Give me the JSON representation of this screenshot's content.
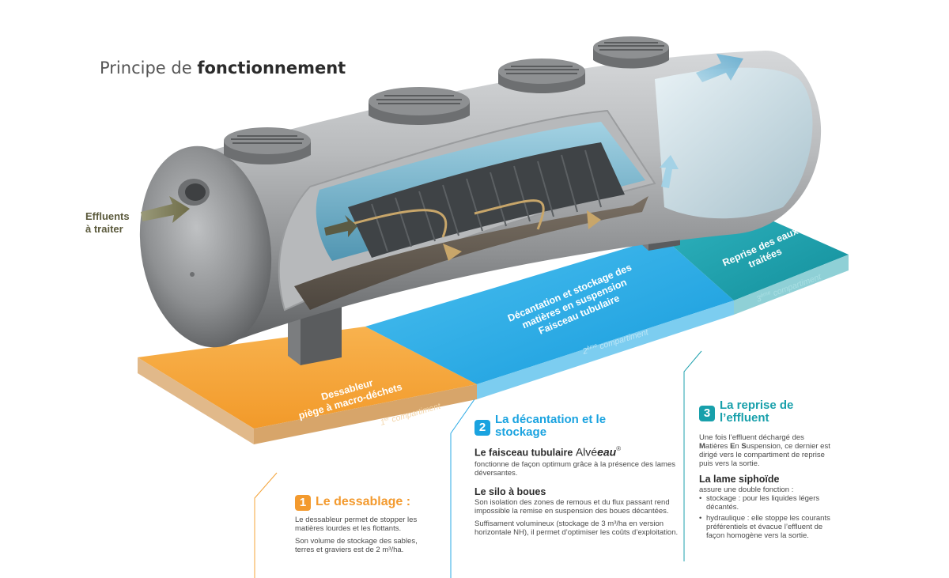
{
  "title": {
    "normal": "Principe de ",
    "bold": "fonctionnement"
  },
  "inlet_label": {
    "line1": "Effluents",
    "line2": "à traiter"
  },
  "compartments": [
    {
      "title_line1": "Dessableur",
      "title_line2": "piège à macro-déchets",
      "tag_num": "1",
      "tag_sup": "er",
      "tag_word": "compartiment",
      "color": "#f4a43a"
    },
    {
      "title_line1": "Décantation et stockage des",
      "title_line2": "matières en suspension",
      "title_line3": "Faisceau tubulaire",
      "tag_num": "2",
      "tag_sup": "ème",
      "tag_word": "compartiment",
      "color": "#2aa9e4"
    },
    {
      "title_line1": "Reprise des eaux",
      "title_line2": "traitées",
      "tag_num": "3",
      "tag_sup": "ème",
      "tag_word": "compartiment",
      "color": "#1da0ad"
    }
  ],
  "sections": {
    "s1": {
      "num": "1",
      "title": "Le dessablage :",
      "color": "#f39a2e",
      "p1": "Le dessableur permet de stopper les matières lourdes et les flottants.",
      "p2": "Son volume de stockage des sables, terres et graviers est de 2 m³/ha."
    },
    "s2": {
      "num": "2",
      "title_line1": "La décantation et le",
      "title_line2": "stockage",
      "color": "#1aa3e0",
      "sub1_prefix": "Le faisceau tubulaire ",
      "sub1_brand_a": "Alvé",
      "sub1_brand_b": "eau",
      "sub1_reg": "®",
      "sub1_text": "fonctionne de façon optimum grâce à la présence des lames déversantes.",
      "sub2": "Le silo à boues",
      "sub2_text1": "Son isolation des zones de remous et du flux passant rend impossible la remise en suspension des boues décantées.",
      "sub2_text2": "Suffisament volumineux (stockage de 3 m³/ha en version horizontale NH), il permet d’optimiser les coûts d’exploitation."
    },
    "s3": {
      "num": "3",
      "title_line1": "La reprise de",
      "title_line2": "l’effluent",
      "color": "#18a0ab",
      "intro_a": "Une fois l’effluent déchargé des ",
      "intro_m": "M",
      "intro_m_rest": "atières ",
      "intro_e": "E",
      "intro_e_rest": "n ",
      "intro_s": "S",
      "intro_s_rest": "uspension, ce dernier est dirigé vers le compartiment de reprise puis vers la sortie.",
      "sub": "La lame siphoïde",
      "sub_text": "assure une double fonction :",
      "bullets": [
        "stockage : pour les liquides légers décantés.",
        "hydraulique : elle stoppe les courants préférentiels et évacue l’effluent de façon homogène vers la sortie."
      ]
    }
  },
  "colors": {
    "orange": "#f4a43a",
    "blue": "#2aa9e4",
    "teal": "#1da0ad",
    "tank_grey": "#8d8f91"
  }
}
